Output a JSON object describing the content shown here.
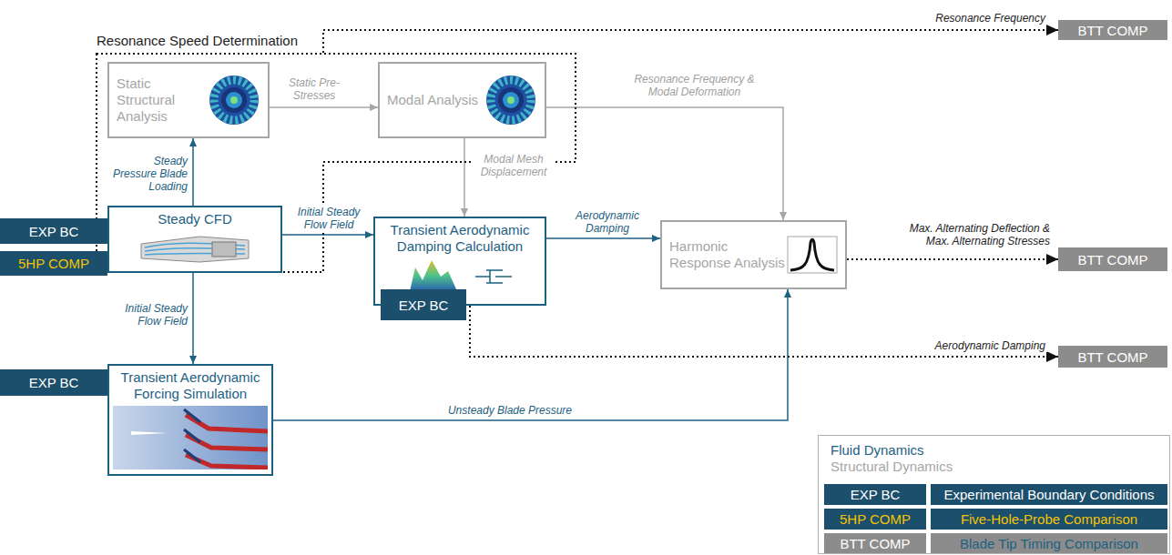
{
  "diagram": {
    "nodes": [
      {
        "text": [
          "Resonance Speed Determination"
        ]
      },
      {
        "text": [
          "Static Structural Analysis"
        ],
        "in": 0
      },
      {
        "text": [
          "Modal Analysis"
        ],
        "in": 0
      },
      {
        "text": [
          "Steady CFD"
        ],
        "in": 0
      },
      {
        "text": [
          "EXP BC"
        ]
      },
      {
        "text": [
          "5HP COMP"
        ]
      },
      {
        "text": [
          "Transient Aerodynamic Damping Calculation"
        ]
      },
      {
        "text": [
          "EXP BC"
        ]
      },
      {
        "text": [
          "Harmonic Response Analysis"
        ]
      },
      {
        "text": [
          "EXP BC"
        ]
      },
      {
        "text": [
          "Transient Aerodynamic Forcing Simulation"
        ]
      },
      {
        "text": [
          "BTT COMP"
        ]
      },
      {
        "text": [
          "BTT COMP"
        ]
      },
      {
        "text": [
          "BTT COMP"
        ]
      }
    ],
    "edges": [
      {
        "from": 3,
        "to": 1,
        "arrow": "to",
        "label": "Steady Pressure Blade Loading"
      },
      {
        "from": 1,
        "to": 2,
        "arrow": "to",
        "label": "Static Pre-Stresses"
      },
      {
        "from": 2,
        "to": 6,
        "arrow": "to",
        "label": "Modal Mesh Displacement"
      },
      {
        "from": 2,
        "to": 8,
        "arrow": "to",
        "label": "Resonance Frequency & Modal Deformation"
      },
      {
        "from": 3,
        "to": 6,
        "arrow": "to",
        "label": "Initial Steady Flow Field"
      },
      {
        "from": 3,
        "to": 10,
        "arrow": "to",
        "label": "Initial Steady Flow Field"
      },
      {
        "from": 6,
        "to": 8,
        "arrow": "to",
        "label": "Aerodynamic Damping"
      },
      {
        "from": 10,
        "to": 8,
        "arrow": "to",
        "label": "Unsteady Blade Pressure"
      },
      {
        "from": 0,
        "to": 11,
        "arrow": "to",
        "label": "Resonance Frequency"
      },
      {
        "from": 8,
        "to": 12,
        "arrow": "to",
        "label": "Max. Alternating Deflection & Max. Alternating Stresses"
      },
      {
        "from": 6,
        "to": 13,
        "arrow": "to",
        "label": "Aerodynamic Damping"
      }
    ],
    "labels": [
      "EXP BC",
      "5HP COMP",
      "BTT COMP"
    ],
    "legend": [
      {
        "text": "Fluid Dynamics",
        "color": "#1d6183"
      },
      {
        "text": "Structural Dynamics",
        "color": "#a6a6a6"
      },
      {
        "text": "Experimental Boundary Conditions",
        "color": "#1b4f6b"
      },
      {
        "text": "Five-Hole-Probe Comparison",
        "color": "#1b4f6b"
      },
      {
        "text": "Blade Tip Timing Comparison",
        "color": "#8c8c8c"
      }
    ]
  }
}
